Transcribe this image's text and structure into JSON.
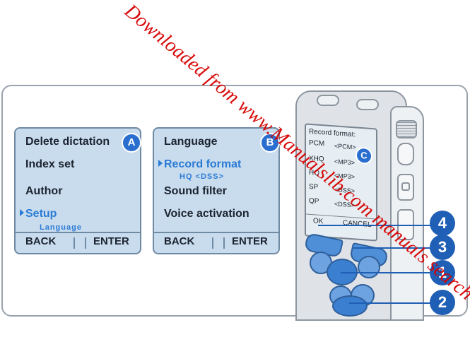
{
  "watermark": "Downloaded from www.Manualslib.com manuals search engine",
  "screen_a": {
    "badge": "A",
    "items": [
      "Delete dictation",
      "Index set",
      "Author",
      "Setup"
    ],
    "selected_sub": "Language",
    "soft_left": "BACK",
    "soft_right": "ENTER"
  },
  "screen_b": {
    "badge": "B",
    "items": [
      "Language",
      "Record format",
      "Sound filter",
      "Voice activation"
    ],
    "selected_sub": "HQ <DSS>",
    "soft_left": "BACK",
    "soft_right": "ENTER"
  },
  "device_screen": {
    "badge": "C",
    "title": "Record format:",
    "rows": [
      {
        "label": "PCM",
        "value": "<PCM>"
      },
      {
        "label": "XHQ",
        "value": "<MP3>"
      },
      {
        "label": "HQ",
        "value": "<MP3>"
      },
      {
        "label": "SP",
        "value": "<DSS>"
      },
      {
        "label": "QP",
        "value": "<DSS>"
      }
    ],
    "soft_left": "OK",
    "soft_right": "CANCEL"
  },
  "callouts": [
    "4",
    "3",
    "1",
    "2"
  ],
  "colors": {
    "accent": "#2a7bd4",
    "lcd": "#c9dcee",
    "badge": "#1f5fb5",
    "watermark": "#d60000"
  }
}
